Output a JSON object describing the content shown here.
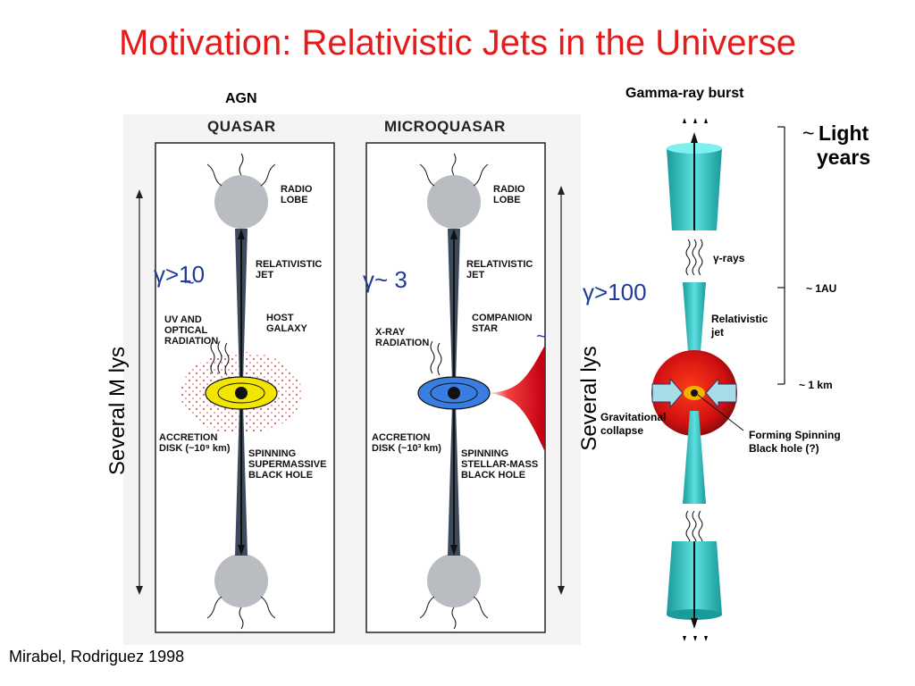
{
  "title": "Motivation: Relativistic Jets in the Universe",
  "agn_header": "AGN",
  "grb_header": "Gamma-ray burst",
  "quasar": {
    "title": "QUASAR",
    "radio_lobe": "RADIO\nLOBE",
    "jet": "RELATIVISTIC\nJET",
    "uv": "UV AND\nOPTICAL\nRADIATION",
    "host": "HOST\nGALAXY",
    "disk": "ACCRETION\nDISK (~10⁹ km)",
    "bh": "SPINNING\nSUPERMASSIVE\nBLACK HOLE",
    "gamma": "γ>10",
    "tilde": "~",
    "scale": "Several M lys"
  },
  "microquasar": {
    "title": "MICROQUASAR",
    "radio_lobe": "RADIO\nLOBE",
    "jet": "RELATIVISTIC\nJET",
    "xray": "X-RAY\nRADIATION",
    "companion": "COMPANION\nSTAR",
    "disk": "ACCRETION\nDISK (~10³ km)",
    "bh": "SPINNING\nSTELLAR-MASS\nBLACK HOLE",
    "gamma": "γ~ 3",
    "tilde": "~",
    "scale": "Several lys"
  },
  "grb": {
    "gamma": "γ>100",
    "light_years_tilde": "~",
    "light_years": "Light\nyears",
    "rays": "γ-rays",
    "au": "~ 1AU",
    "rel_jet": "Relativistic\njet",
    "km": "~ 1 km",
    "collapse": "Gravitational\ncollapse",
    "forming": "Forming Spinning\nBlack hole (?)"
  },
  "citation": "Mirabel, Rodriguez 1998",
  "colors": {
    "title": "#e31b1b",
    "gamma_text": "#1f3c9a",
    "jet_cyan": "#2ec4c4",
    "quasar_disk": "#f2e600",
    "micro_disk": "#3a7de0",
    "companion": "#e3161c"
  }
}
